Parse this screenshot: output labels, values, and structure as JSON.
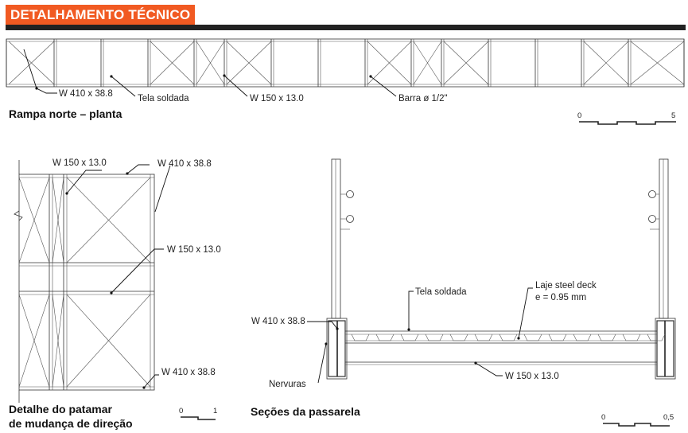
{
  "header": {
    "title": "DETALHAMENTO TÉCNICO",
    "accent_color": "#f15a22",
    "bar_color": "#222222"
  },
  "rampa": {
    "title": "Rampa norte – planta",
    "labels": {
      "w410": "W 410 x 38.8",
      "tela": "Tela soldada",
      "w150": "W 150 x 13.0",
      "barra": "Barra ø 1/2\""
    },
    "scale": {
      "start": "0",
      "end": "5"
    }
  },
  "patamar": {
    "title_line1": "Detalhe do patamar",
    "title_line2": "de mudança de direção",
    "labels": {
      "w150_top": "W 150 x 13.0",
      "w410_top": "W 410 x 38.8",
      "w150_mid": "W 150 x 13.0",
      "w410_bottom": "W 410 x 38.8"
    },
    "scale": {
      "start": "0",
      "end": "1"
    }
  },
  "secoes": {
    "title": "Seções da passarela",
    "labels": {
      "tela": "Tela soldada",
      "laje1": "Laje steel deck",
      "laje2": "e = 0.95 mm",
      "w410": "W 410 x 38.8",
      "nervuras": "Nervuras",
      "w150": "W 150 x 13.0"
    },
    "scale": {
      "start": "0",
      "end": "0,5"
    }
  }
}
